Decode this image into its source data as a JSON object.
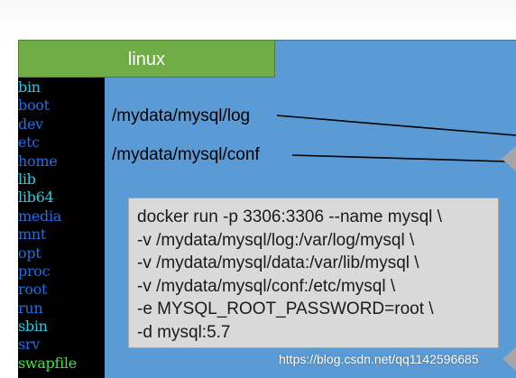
{
  "host": {
    "title": "linux"
  },
  "directories": [
    {
      "name": "bin",
      "color": "#2ecbe0"
    },
    {
      "name": "boot",
      "color": "#1f6fe5"
    },
    {
      "name": "dev",
      "color": "#1f6fe5"
    },
    {
      "name": "etc",
      "color": "#1f6fe5"
    },
    {
      "name": "home",
      "color": "#1f6fe5"
    },
    {
      "name": "lib",
      "color": "#2ecbe0"
    },
    {
      "name": "lib64",
      "color": "#2ecbe0"
    },
    {
      "name": "media",
      "color": "#1f6fe5"
    },
    {
      "name": "mnt",
      "color": "#1f6fe5"
    },
    {
      "name": "opt",
      "color": "#1f6fe5"
    },
    {
      "name": "proc",
      "color": "#1f6fe5"
    },
    {
      "name": "root",
      "color": "#1f6fe5"
    },
    {
      "name": "run",
      "color": "#1f6fe5"
    },
    {
      "name": "sbin",
      "color": "#2ecbe0"
    },
    {
      "name": "srv",
      "color": "#1f6fe5"
    },
    {
      "name": "swapfile",
      "color": "#3ee63e"
    }
  ],
  "paths": {
    "log": "/mydata/mysql/log",
    "conf": "/mydata/mysql/conf"
  },
  "command": {
    "lines": [
      "docker run -p 3306:3306 --name mysql \\",
      "-v /mydata/mysql/log:/var/log/mysql \\",
      "-v /mydata/mysql/data:/var/lib/mysql \\",
      "-v /mydata/mysql/conf:/etc/mysql \\",
      "-e MYSQL_ROOT_PASSWORD=root \\",
      "-d mysql:5.7"
    ]
  },
  "watermark": "https://blog.csdn.net/qq1142596685",
  "colors": {
    "panel": "#5b9bd5",
    "title_bar": "#70ad47",
    "command_box": "#d9d9d9",
    "arrow_head": "#a6a6a6"
  }
}
